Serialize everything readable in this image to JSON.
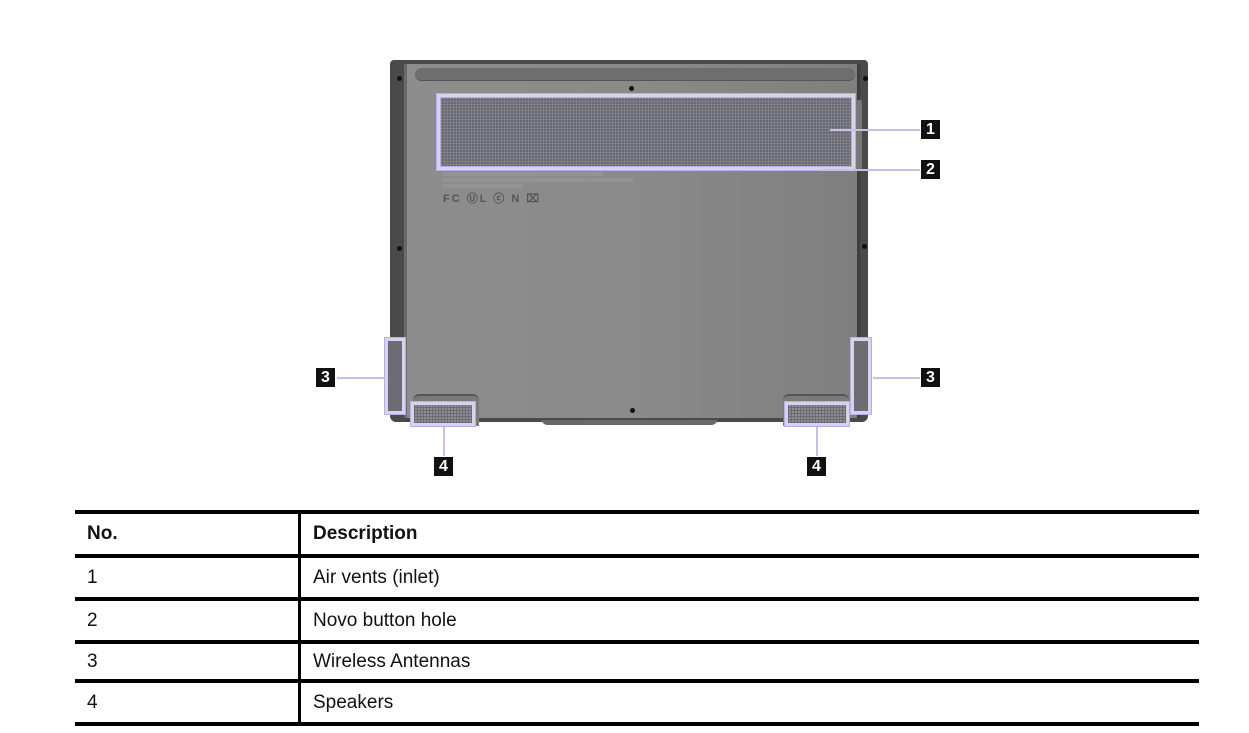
{
  "figure": {
    "description": "Laptop bottom view",
    "callouts": [
      {
        "id": "1",
        "label": "1",
        "target": "air-vents"
      },
      {
        "id": "2",
        "label": "2",
        "target": "novo-button-hole"
      },
      {
        "id": "3a",
        "label": "3",
        "target": "wireless-antenna-left"
      },
      {
        "id": "3b",
        "label": "3",
        "target": "wireless-antenna-right"
      },
      {
        "id": "4a",
        "label": "4",
        "target": "speaker-left"
      },
      {
        "id": "4b",
        "label": "4",
        "target": "speaker-right"
      }
    ],
    "regulatory_marks": "FC  ⓊL  ⓒ  N  ⌧",
    "highlight_color": "#d9d2ee"
  },
  "table": {
    "headers": {
      "no": "No.",
      "description": "Description"
    },
    "rows": [
      {
        "no": "1",
        "description": "Air vents (inlet)"
      },
      {
        "no": "2",
        "description": "Novo button hole"
      },
      {
        "no": "3",
        "description": "Wireless Antennas"
      },
      {
        "no": "4",
        "description": "Speakers"
      }
    ]
  }
}
